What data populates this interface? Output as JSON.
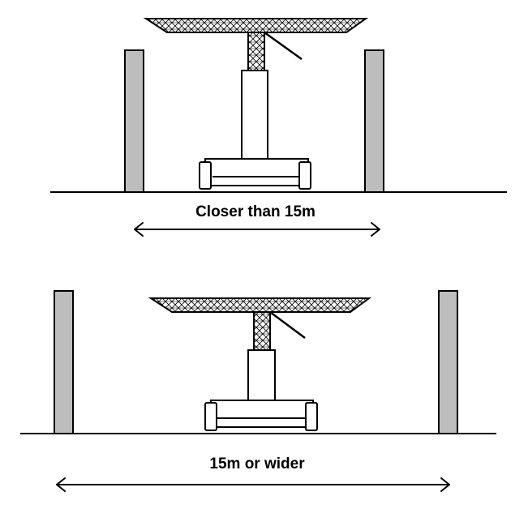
{
  "panels": [
    {
      "id": "close",
      "distance_label": "Closer than 15m"
    },
    {
      "id": "wide",
      "distance_label": "15m or wider"
    }
  ],
  "colors": {
    "pillar_fill": "#bdbdbd",
    "line": "#000000",
    "background": "#ffffff"
  }
}
